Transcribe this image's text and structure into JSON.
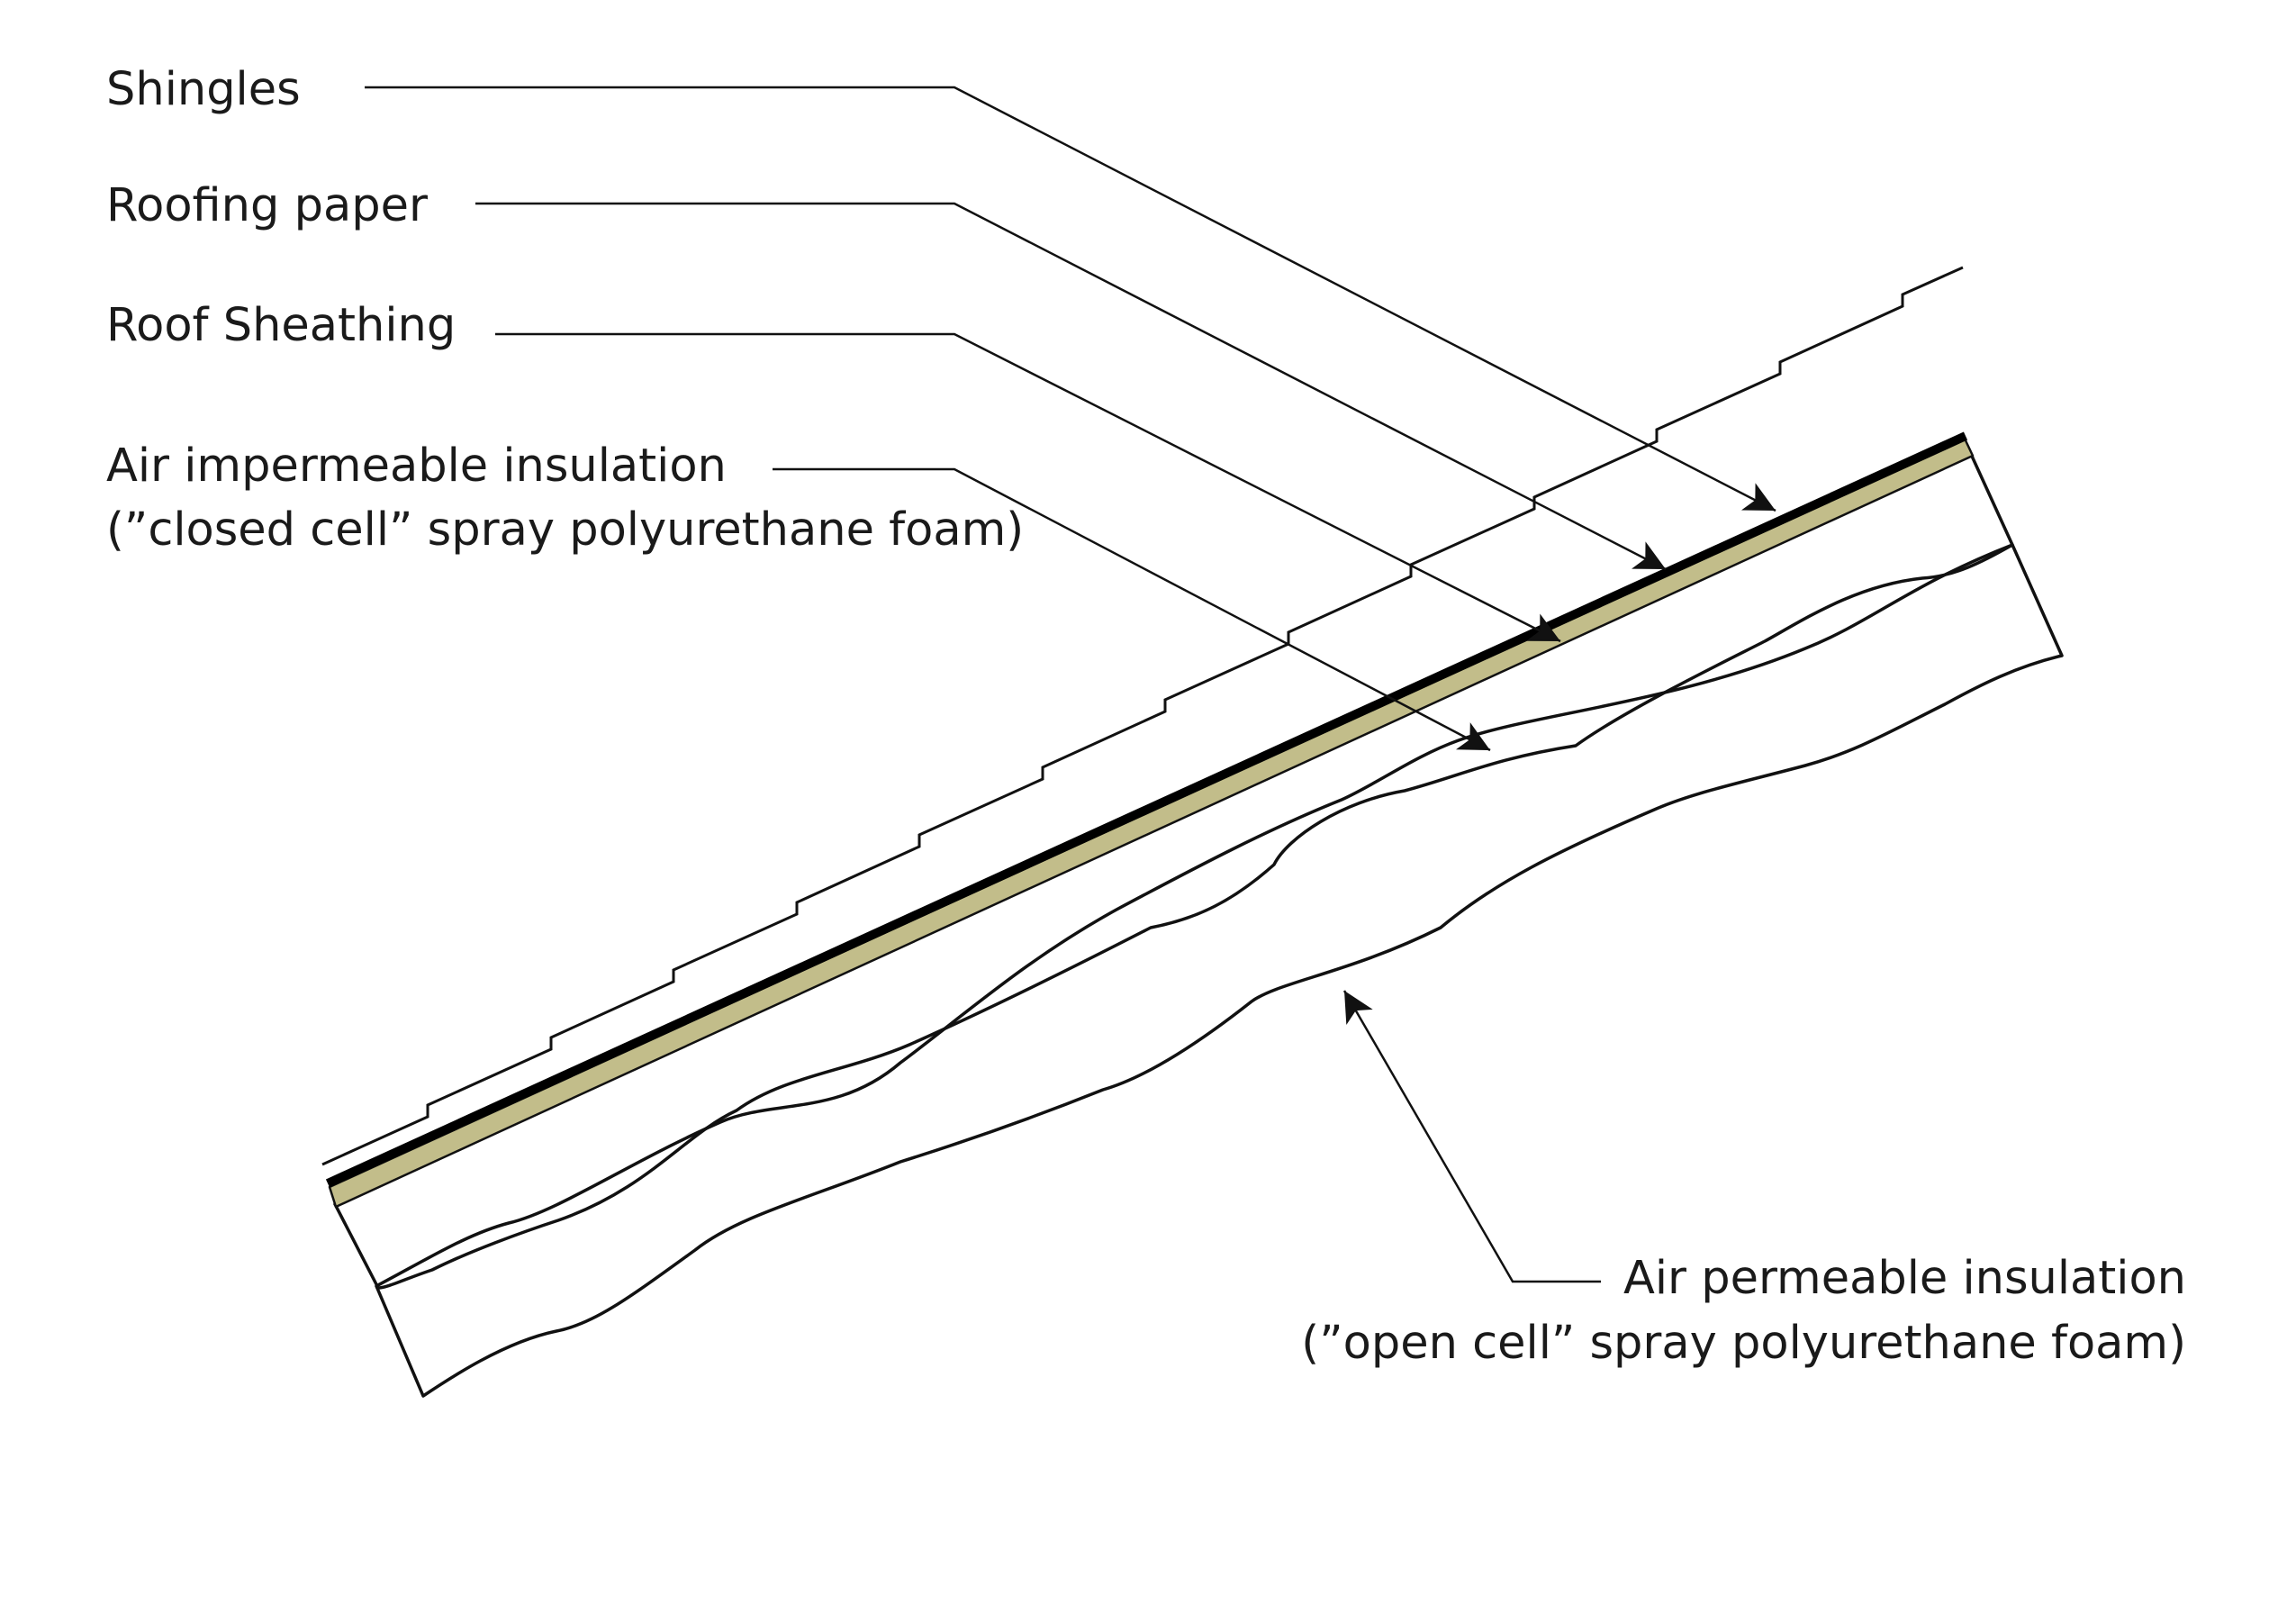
{
  "labels": {
    "shingles": "Shingles",
    "roofing_paper": "Roofing paper",
    "roof_sheathing": "Roof Sheathing",
    "air_impermeable_line1": "Air impermeable insulation",
    "air_impermeable_line2": "(”closed cell” spray polyurethane foam)",
    "air_permeable_line1": "Air permeable insulation",
    "air_permeable_line2": "(”open cell” spray polyurethane foam)"
  },
  "colors": {
    "background": "#ffffff",
    "shingle_line": "#111111",
    "roofing_paper": "#000000",
    "sheathing": "#c2bd8a",
    "closed_cell_foam": "#fafa8c",
    "open_cell_foam": "#fcfcc4",
    "outline": "#111111",
    "text": "#1a1a1a"
  }
}
